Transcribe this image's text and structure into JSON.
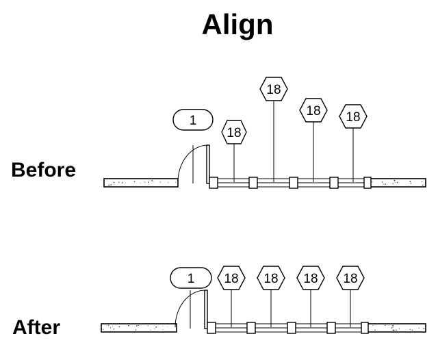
{
  "title": "Align",
  "sections": {
    "before": {
      "label": "Before"
    },
    "after": {
      "label": "After"
    }
  },
  "tags": {
    "door_tag": "1",
    "window_tag": "18"
  }
}
